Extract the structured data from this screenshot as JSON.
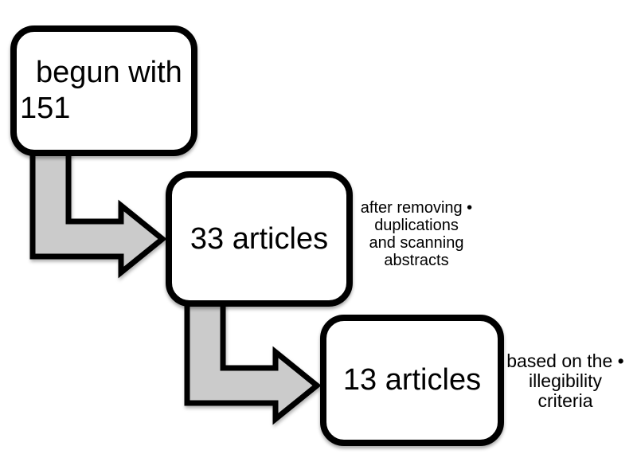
{
  "diagram": {
    "type": "flowchart",
    "colors": {
      "background": "#ffffff",
      "box_fill": "#ffffff",
      "box_border": "#000000",
      "arrow_fill": "#cbcbcb",
      "arrow_border": "#000000",
      "text": "#000000"
    },
    "nodes": [
      {
        "id": "begun-with-151",
        "lines": [
          "begun with",
          "151"
        ]
      },
      {
        "id": "33-articles",
        "lines": [
          "33 articles"
        ]
      },
      {
        "id": "13-articles",
        "lines": [
          "13 articles"
        ]
      }
    ],
    "annotations": [
      {
        "id": "note-33-articles",
        "lines": [
          "after removing •",
          "duplications",
          "and scanning",
          "abstracts"
        ]
      },
      {
        "id": "note-13-articles",
        "lines": [
          "based on the •",
          "illegibility",
          "criteria"
        ]
      }
    ],
    "arrows": [
      {
        "id": "arrow-begun-to-33",
        "direction": "down-right"
      },
      {
        "id": "arrow-33-to-13",
        "direction": "down-right"
      }
    ]
  }
}
